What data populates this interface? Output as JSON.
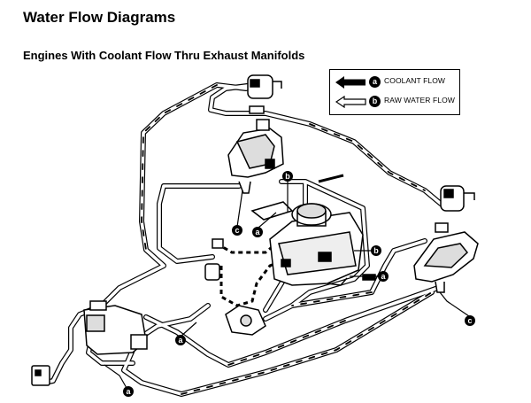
{
  "title": "Water Flow Diagrams",
  "subtitle": "Engines With Coolant Flow Thru Exhaust Manifolds",
  "legend": {
    "items": [
      {
        "letter": "a",
        "label": "COOLANT FLOW"
      },
      {
        "letter": "b",
        "label": "RAW WATER FLOW"
      }
    ]
  },
  "callouts": [
    "b",
    "c",
    "a",
    "b",
    "a",
    "c",
    "a",
    "a"
  ]
}
